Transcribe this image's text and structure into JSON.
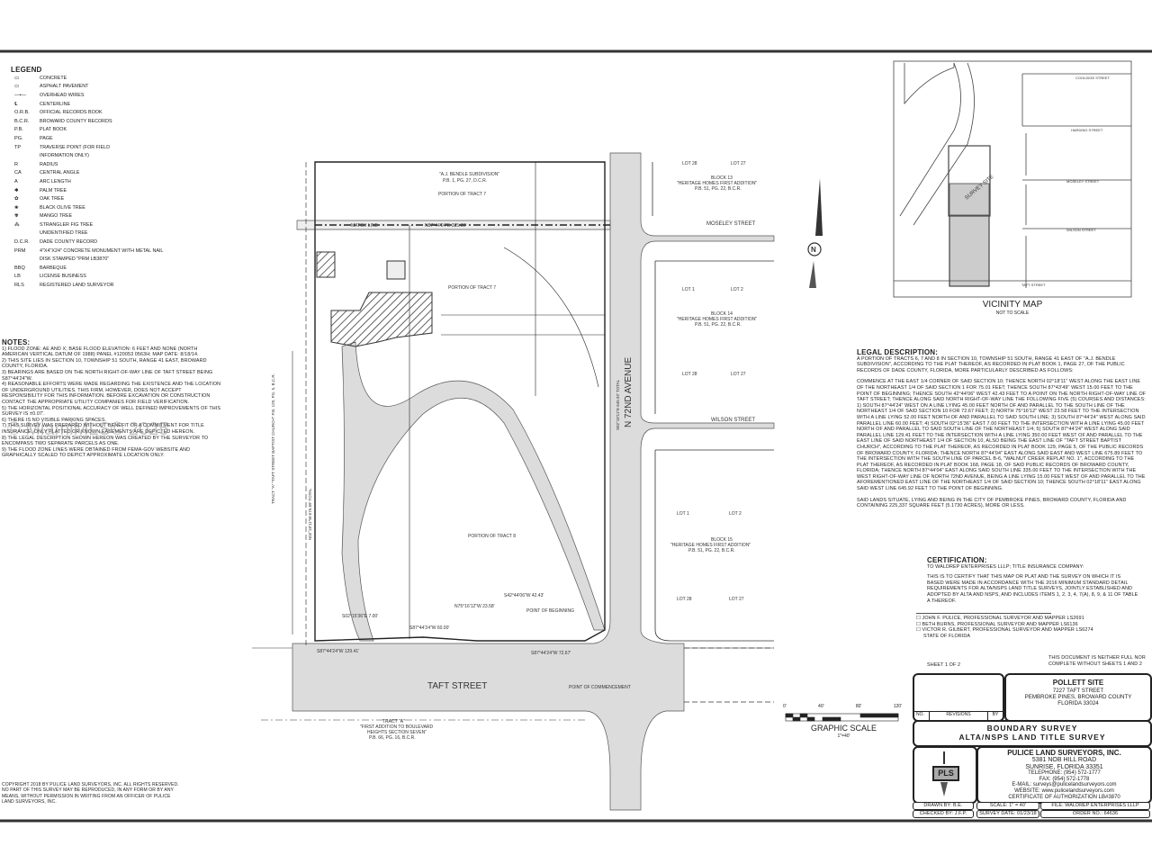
{
  "legend": {
    "title": "LEGEND",
    "items": [
      {
        "symbol": "▭",
        "label": "CONCRETE"
      },
      {
        "symbol": "▭",
        "label": "ASPHALT PAVEMENT"
      },
      {
        "symbol": "—•—",
        "label": "OVERHEAD WIRES"
      },
      {
        "symbol": "℄",
        "label": "CENTERLINE"
      },
      {
        "symbol": "O.R.B.",
        "label": "OFFICIAL RECORDS BOOK"
      },
      {
        "symbol": "B.C.R.",
        "label": "BROWARD COUNTY RECORDS"
      },
      {
        "symbol": "P.B.",
        "label": "PLAT BOOK"
      },
      {
        "symbol": "PG.",
        "label": "PAGE"
      },
      {
        "symbol": "TP",
        "label": "TRAVERSE POINT (FOR FIELD"
      },
      {
        "symbol": "",
        "label": "INFORMATION ONLY)"
      },
      {
        "symbol": "R",
        "label": "RADIUS"
      },
      {
        "symbol": "CA",
        "label": "CENTRAL ANGLE"
      },
      {
        "symbol": "A",
        "label": "ARC LENGTH"
      },
      {
        "symbol": "✱",
        "label": "PALM TREE"
      },
      {
        "symbol": "✿",
        "label": "OAK TREE"
      },
      {
        "symbol": "❀",
        "label": "BLACK OLIVE TREE"
      },
      {
        "symbol": "✾",
        "label": "MANGO TREE"
      },
      {
        "symbol": "⁂",
        "label": "STRANGLER FIG TREE"
      },
      {
        "symbol": "",
        "label": "UNIDENTIFIED TREE"
      },
      {
        "symbol": "D.C.R.",
        "label": "DADE COUNTY RECORD"
      },
      {
        "symbol": "PRM",
        "label": "4\"X4\"X24\" CONCRETE MONUMENT WITH METAL NAIL"
      },
      {
        "symbol": "",
        "label": "DISK STAMPED \"PRM LB3870\""
      },
      {
        "symbol": "BBQ",
        "label": "BARBEQUE"
      },
      {
        "symbol": "LB",
        "label": "LICENSE BUSINESS"
      },
      {
        "symbol": "RLS",
        "label": "REGISTERED LAND SURVEYOR"
      }
    ]
  },
  "notes": {
    "title": "NOTES:",
    "items": [
      "1) FLOOD ZONE: AE AND X; BASE FLOOD ELEVATION: 6 FEET AND NONE (NORTH AMERICAN VERTICAL DATUM OF 1988) PANEL #120053 0563H; MAP DATE: 8/18/14.",
      "2) THIS SITE LIES IN SECTION 10, TOWNSHIP 51 SOUTH, RANGE 41 EAST, BROWARD COUNTY, FLORIDA.",
      "3) BEARINGS ARE BASED ON THE NORTH RIGHT-OF-WAY LINE OF TAFT STREET BEING S87°44'24\"W.",
      "4) REASONABLE EFFORTS WERE MADE REGARDING THE EXISTENCE AND THE LOCATION OF UNDERGROUND UTILITIES. THIS FIRM, HOWEVER, DOES NOT ACCEPT RESPONSIBILITY FOR THIS INFORMATION. BEFORE EXCAVATION OR CONSTRUCTION CONTACT THE APPROPRIATE UTILITY COMPANIES FOR FIELD VERIFICATION.",
      "5) THE HORIZONTAL POSITIONAL ACCURACY OF WELL DEFINED IMPROVEMENTS OF THIS SURVEY IS ±0.07'.",
      "6) THERE IS NO VISIBLE PARKING SPACES.",
      "7) THIS SURVEY WAS PREPARED WITHOUT BENEFIT OF A COMMITMENT FOR TITLE INSURANCE. ONLY PLATTED OR KNOWN EASEMENTS ARE DEPICTED HEREON.",
      "8) THE LEGAL DESCRIPTION SHOWN HEREON WAS CREATED BY THE SURVEYOR TO ENCOMPASS TWO SEPARATE PARCELS AS ONE.",
      "9) THE FLOOD ZONE LINES WERE OBTAINED FROM FEMA-GOV WEBSITE AND GRAPHICALLY SCALED TO DEPICT APPROXIMATE LOCATION ONLY."
    ]
  },
  "watermark": "© MiamiMLS© 2025",
  "copyright": "COPYRIGHT 2018 BY PULICE LAND SURVEYORS, INC. ALL RIGHTS RESERVED. NO PART OF THIS SURVEY MAY BE REPRODUCED, IN ANY FORM OR BY ANY MEANS, WITHOUT PERMISSION IN WRITING FROM AN OFFICER OF PULICE LAND SURVEYORS, INC.",
  "drawing": {
    "subdivision": "\"A.J. BENDLE SUBDIVISION\"",
    "subdivision_ref": "P.B. 1, PG. 27, D.C.R.",
    "tract7_north": "PORTION OF TRACT 7",
    "tract7": "PORTION OF TRACT 7",
    "tract8": "PORTION OF TRACT 8",
    "match_line": "MATCH LINE",
    "north_bearing": "N87°44'04\"E 335.00'",
    "east_line": "S02°18'11\"E 645.92' TOTAL",
    "west_line": "N02°18'11\"W 675.89' TOTAL",
    "avenue": "N 72ND AVENUE",
    "moseley": "MOSELEY STREET",
    "wilson": "WILSON STREET",
    "taft": "TAFT STREET",
    "block13": "BLOCK 13",
    "block14": "BLOCK 14",
    "block15": "BLOCK 15",
    "heritage": "\"HERITAGE HOMES FIRST ADDITION\"",
    "heritage_ref": "P.B. 51, PG. 22, B.C.R.",
    "lot1": "LOT 1",
    "lot2": "LOT 2",
    "lot28": "LOT 28",
    "lot27": "LOT 27",
    "tract_a_west": "TRACT \"A\" \"TAFT STREET BAPTIST CHURCH\" P.B. 129, PG. 5, B.C.R.",
    "tract_a_south_1": "TRACT \"A\"",
    "tract_a_south_2": "\"FIRST ADDITION TO BOULEVARD",
    "tract_a_south_3": "HEIGHTS SECTION SEVEN\"",
    "tract_a_south_4": "P.B. 66, PG. 16, B.C.R.",
    "b1": "N75°16'12\"W 23.58'",
    "b2": "S42°44'06\"W 42.43'",
    "b3": "S02°15'36\"E 7.00'",
    "b4": "S87°44'24\"W 60.00'",
    "b5": "S87°44'24\"W 129.41'",
    "b6": "S87°44'24\"W 72.67'",
    "pob": "POINT OF BEGINNING",
    "poc": "POINT OF COMMENCEMENT"
  },
  "scale": {
    "ticks": [
      "0'",
      "40'",
      "80'",
      "120'"
    ],
    "title": "GRAPHIC SCALE",
    "ratio": "1\"=40'"
  },
  "vicinity": {
    "title": "VICINITY MAP",
    "subtitle": "NOT TO SCALE",
    "site": "SURVEY SITE",
    "streets": [
      "COOLIDGE STREET",
      "HARDING STREET",
      "MOSELEY STREET",
      "WILSON STREET",
      "TAFT STREET"
    ]
  },
  "legal": {
    "title": "LEGAL DESCRIPTION:",
    "paragraphs": [
      "A PORTION OF TRACTS 6, 7 AND 8 IN SECTION 10, TOWNSHIP 51 SOUTH, RANGE 41 EAST OF \"A.J. BENDLE SUBDIVISION\", ACCORDING TO THE PLAT THEREOF, AS RECORDED IN PLAT BOOK 1, PAGE 27, OF THE PUBLIC RECORDS OF DADE COUNTY, FLORIDA, MORE PARTICULARLY DESCRIBED AS FOLLOWS:",
      "COMMENCE AT THE EAST 1/4 CORNER OF SAID SECTION 10; THENCE NORTH 02°18'11\" WEST ALONG THE EAST LINE OF THE NORTHEAST 1/4 OF SAID SECTION 1 FOR 75.01 FEET; THENCE SOUTH 87°43'49\" WEST 15.00 FEET TO THE POINT OF BEGINNING; THENCE SOUTH 42°44'06\" WEST 42.43 FEET TO A POINT ON THE NORTH RIGHT-OF-WAY LINE OF TAFT STREET; THENCE ALONG SAID NORTH RIGHT-OF-WAY LINE THE FOLLOWING FIVE (5) COURSES AND DISTANCES: 1) SOUTH 87°44'24\" WEST ON A LINE LYING 45.00 FEET NORTH OF AND PARALLEL TO THE SOUTH LINE OF THE NORTHEAST 1/4 OF SAID SECTION 10 FOR 72.67 FEET; 2) NORTH 75°16'12\" WEST 23.58 FEET TO THE INTERSECTION WITH A LINE LYING 52.00 FEET NORTH OF AND PARALLEL TO SAID SOUTH LINE; 3) SOUTH 87°44'24\" WEST ALONG SAID PARALLEL LINE 60.00 FEET; 4) SOUTH 02°15'36\" EAST 7.00 FEET TO THE INTERSECTION WITH A LINE LYING 45.00 FEET NORTH OF AND PARALLEL TO SAID SOUTH LINE OF THE NORTHEAST 1/4; 5) SOUTH 87°44'24\" WEST ALONG SAID PARALLEL LINE 129.41 FEET TO THE INTERSECTION WITH A LINE LYING 350.00 FEET WEST OF AND PARALLEL TO THE EAST LINE OF SAID NORTHEAST 1/4 OF SECTION 10, ALSO BEING THE EAST LINE OF \"TAFT STREET BAPTIST CHURCH\", ACCORDING TO THE PLAT THEREOF, AS RECORDED IN PLAT BOOK 129, PAGE 5, OF THE PUBLIC RECORDS OF BROWARD COUNTY, FLORIDA; THENCE NORTH 87°44'04\" EAST ALONG SAID EAST AND WEST LINE 675.89 FEET TO THE INTERSECTION WITH THE SOUTH LINE OF PARCEL B-6, \"WALNUT CREEK REPLAT NO. 1\", ACCORDING TO THE PLAT THEREOF, AS RECORDED IN PLAT BOOK 168, PAGE 18, OF SAID PUBLIC RECORDS OF BROWARD COUNTY, FLORIDA; THENCE NORTH 87°44'04\" EAST ALONG SAID SOUTH LINE 335.00 FEET TO THE INTERSECTION WITH THE WEST RIGHT-OF-WAY LINE OF NORTH 72ND AVENUE, BEING A LINE LYING 15.00 FEET WEST OF AND PARALLEL TO THE AFOREMENTIONED EAST LINE OF THE NORTHEAST 1/4 OF SAID SECTION 10; THENCE SOUTH 02°18'11\" EAST ALONG SAID WEST LINE 645.92 FEET TO THE POINT OF BEGINNING.",
      "SAID LANDS SITUATE, LYING AND BEING IN THE CITY OF PEMBROKE PINES, BROWARD COUNTY, FLORIDA AND CONTAINING 225,337 SQUARE FEET (5.1730 ACRES), MORE OR LESS."
    ]
  },
  "certification": {
    "title": "CERTIFICATION:",
    "to": "TO WALDREP ENTERPRISES LLLP; TITLE INSURANCE COMPANY:",
    "body": "THIS IS TO CERTIFY THAT THIS MAP OR PLAT AND THE SURVEY ON WHICH IT IS BASED WERE MADE IN ACCORDANCE WITH THE 2016 MINIMUM STANDARD DETAIL REQUIREMENTS FOR ALTA/NSPS LAND TITLE SURVEYS, JOINTLY ESTABLISHED AND ADOPTED BY ALTA AND NSPS, AND INCLUDES ITEMS 1, 2, 3, 4, 7(a), 8, 9, & 11 OF TABLE A THEREOF.",
    "signers": [
      "JOHN F. PULICE, PROFESSIONAL SURVEYOR AND MAPPER LS2691",
      "BETH BURNS, PROFESSIONAL SURVEYOR AND MAPPER LS6136",
      "VICTOR R. GILBERT, PROFESSIONAL SURVEYOR AND MAPPER LS6274"
    ],
    "state": "STATE OF FLORIDA"
  },
  "title_block": {
    "sheet": "SHEET 1 OF 2",
    "disclaimer": "THIS DOCUMENT IS NEITHER FULL NOR COMPLETE WITHOUT SHEETS 1 AND 2",
    "revisions_header": {
      "no": "NO.",
      "revisions": "REVISIONS",
      "by": "BY"
    },
    "project": "POLLETT SITE",
    "project_address_1": "7227 TAFT STREET",
    "project_address_2": "PEMBROKE PINES, BROWARD COUNTY",
    "project_address_3": "FLORIDA 33024",
    "survey_title_1": "BOUNDARY SURVEY",
    "survey_title_2": "ALTA/NSPS LAND TITLE SURVEY",
    "logo": "PLS",
    "company": "PULICE LAND SURVEYORS, INC.",
    "address_1": "5381 NOB HILL ROAD",
    "address_2": "SUNRISE, FLORIDA 33351",
    "telephone": "TELEPHONE: (954) 572-1777",
    "fax": "FAX: (954) 572-1778",
    "email": "E-MAIL: surveys@pulicelandsurveyors.com",
    "website": "WEBSITE: www.pulicelandsurveyors.com",
    "certificate": "CERTIFICATE OF AUTHORIZATION LB#3870",
    "drawn_by": "DRAWN BY: B.E.",
    "checked_by": "CHECKED BY: J.F.P.",
    "scale": "SCALE: 1\" = 40'",
    "survey_date": "SURVEY DATE: 01/23/18",
    "file": "FILE: WALDREP ENTERPRISES LLLP",
    "order": "ORDER NO.: 64636"
  }
}
